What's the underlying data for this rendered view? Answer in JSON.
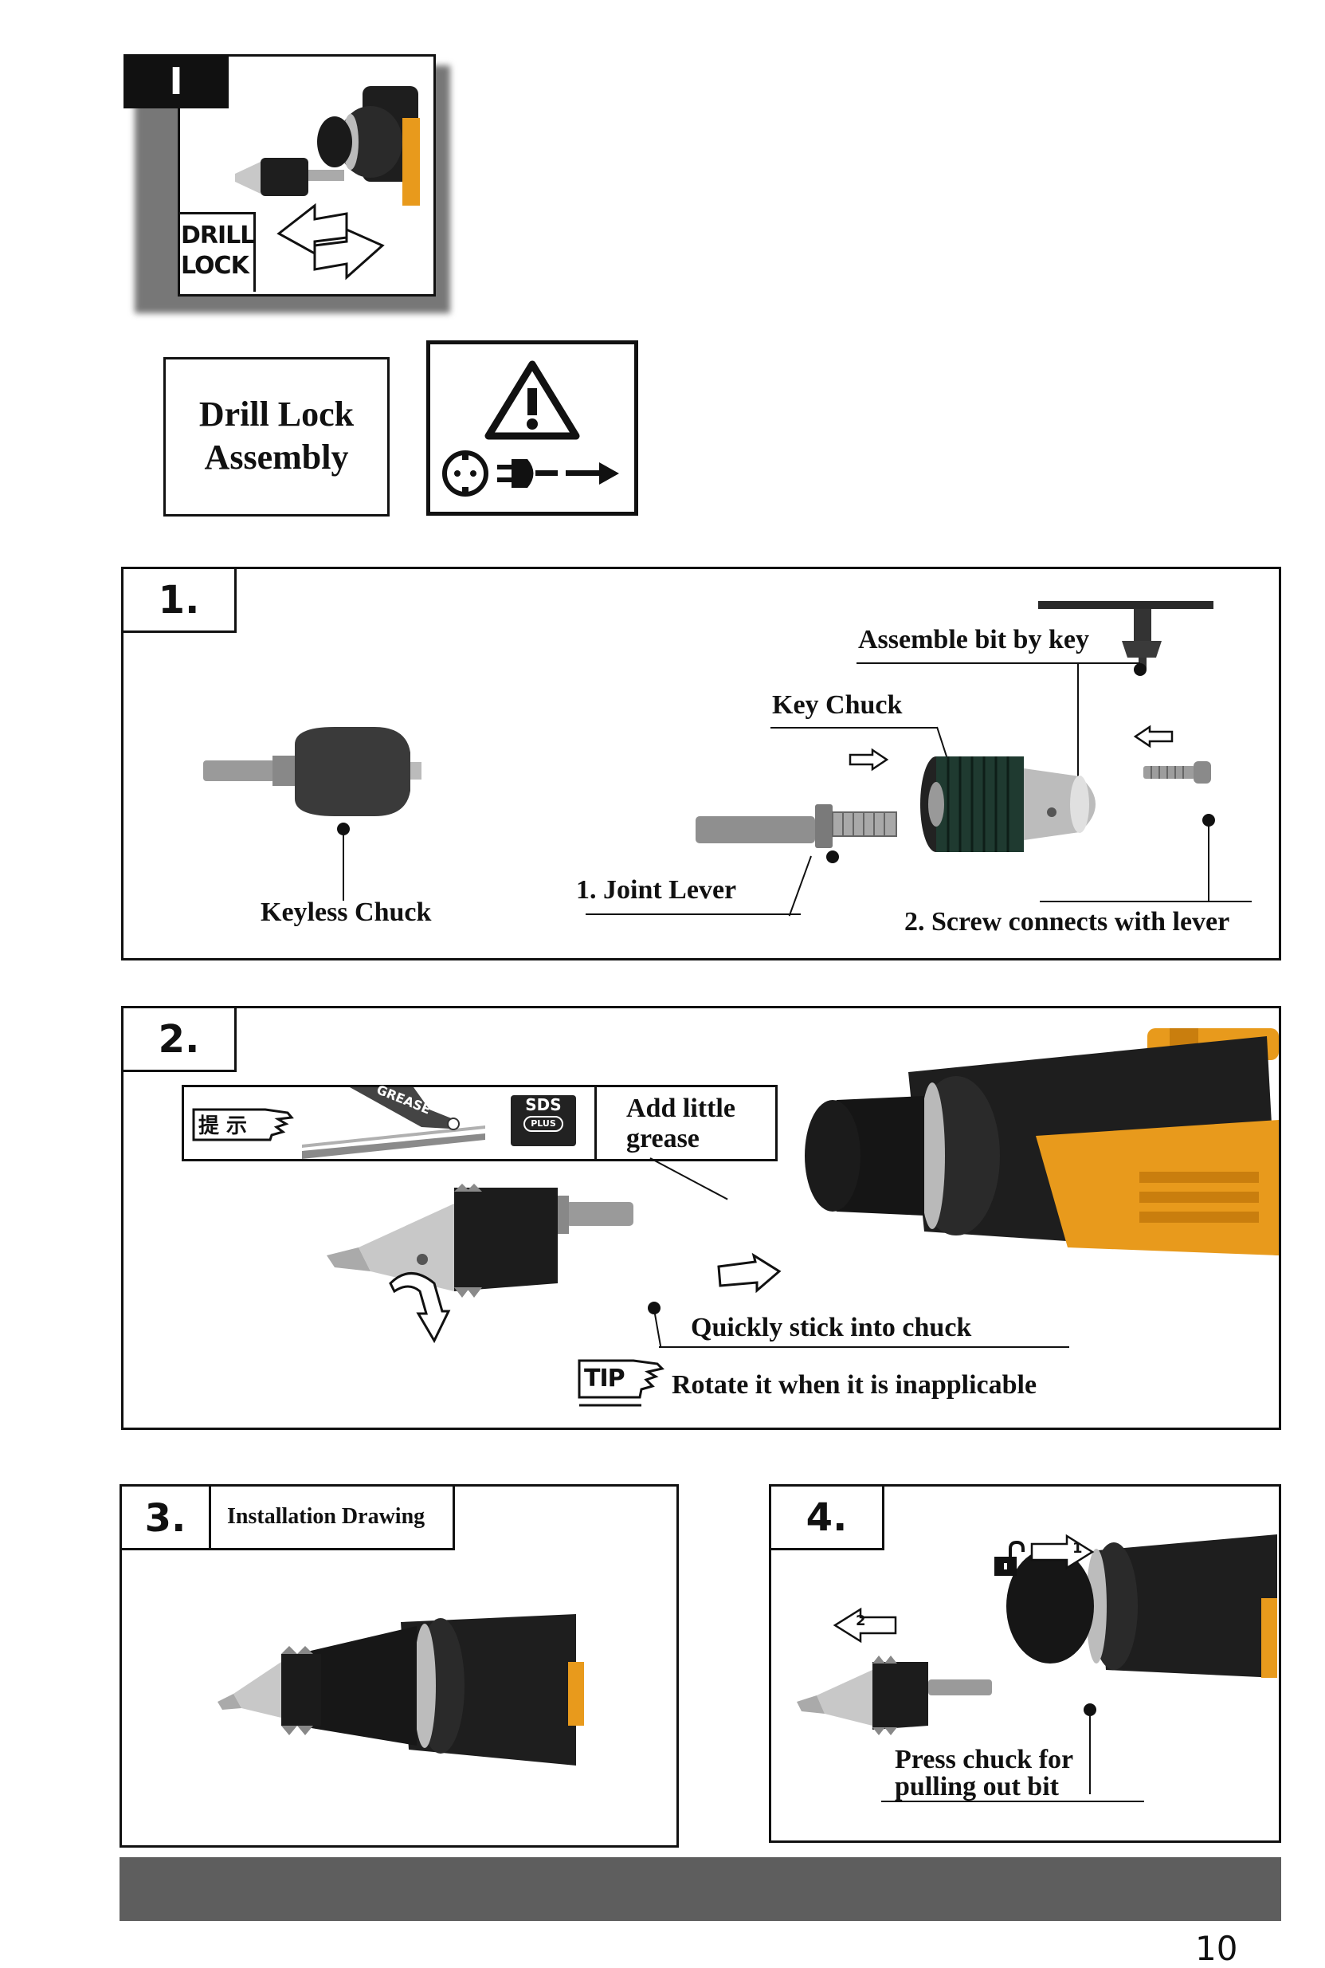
{
  "top_icon": {
    "tab_label": "I",
    "lock_line1": "DRILL",
    "lock_line2": "LOCK"
  },
  "title_box": {
    "line1": "Drill Lock",
    "line2": "Assembly"
  },
  "panel1": {
    "number": "1.",
    "keyless_chuck": "Keyless Chuck",
    "assemble_bit": "Assemble bit by key",
    "key_chuck": "Key Chuck",
    "joint_lever": "1. Joint  Lever",
    "screw": "2. Screw connects with lever"
  },
  "panel2": {
    "number": "2.",
    "hint_label": "提 示",
    "grease_text": "GREASE",
    "sds_line1": "SDS",
    "sds_line2": "PLUS",
    "add_grease_line1": "Add little",
    "add_grease_line2": "grease",
    "quick_stick": "Quickly stick into chuck",
    "tip_badge": "TIP",
    "rotate_tip": "Rotate it when it is inapplicable"
  },
  "panel3": {
    "number": "3.",
    "title": "Installation Drawing"
  },
  "panel4": {
    "number": "4.",
    "arrow1": "1",
    "arrow2": "2",
    "press_line1": "Press chuck for",
    "press_line2": "pulling out bit"
  },
  "footer": {
    "page_number": "10"
  },
  "colors": {
    "drill_orange": "#e89a1c",
    "drill_black": "#1e1e1e",
    "chuck_silver": "#c8c8c8",
    "footer_bar": "#5e5e5e"
  }
}
